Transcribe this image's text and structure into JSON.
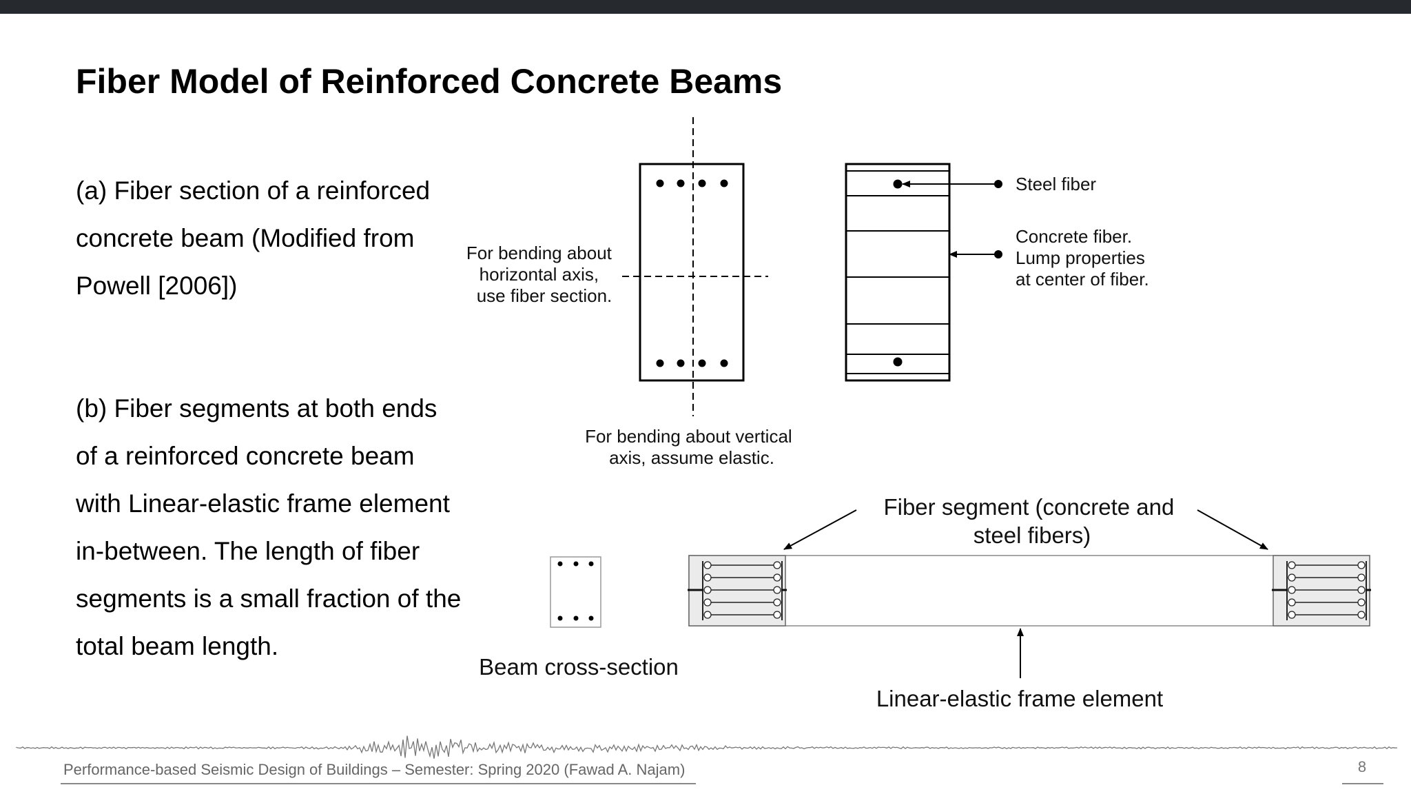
{
  "slide": {
    "title": "Fiber Model of Reinforced Concrete Beams",
    "para_a": "(a) Fiber section of a reinforced concrete beam (Modified from Powell [2006])",
    "para_b": "(b) Fiber segments at both ends of a reinforced concrete beam with Linear-elastic frame element in-between. The length of fiber segments is a small fraction of the total beam length."
  },
  "figure_a": {
    "horizontal_note": [
      "For bending about",
      "horizontal axis,",
      "use fiber section."
    ],
    "vertical_note": [
      "For bending about vertical",
      "axis, assume elastic."
    ],
    "steel_label": "Steel fiber",
    "concrete_label": [
      "Concrete fiber.",
      "Lump properties",
      "at center of fiber."
    ]
  },
  "figure_b": {
    "segment_label": [
      "Fiber segment (concrete and",
      "steel fibers)"
    ],
    "cross_section_label": "Beam cross-section",
    "frame_label": "Linear-elastic frame element"
  },
  "footer": {
    "text": "Performance-based Seismic Design of Buildings – Semester: Spring 2020 (Fawad A. Najam)",
    "page": "8"
  },
  "colors": {
    "top_bar": "#262a2f",
    "footer_text": "#666666"
  }
}
